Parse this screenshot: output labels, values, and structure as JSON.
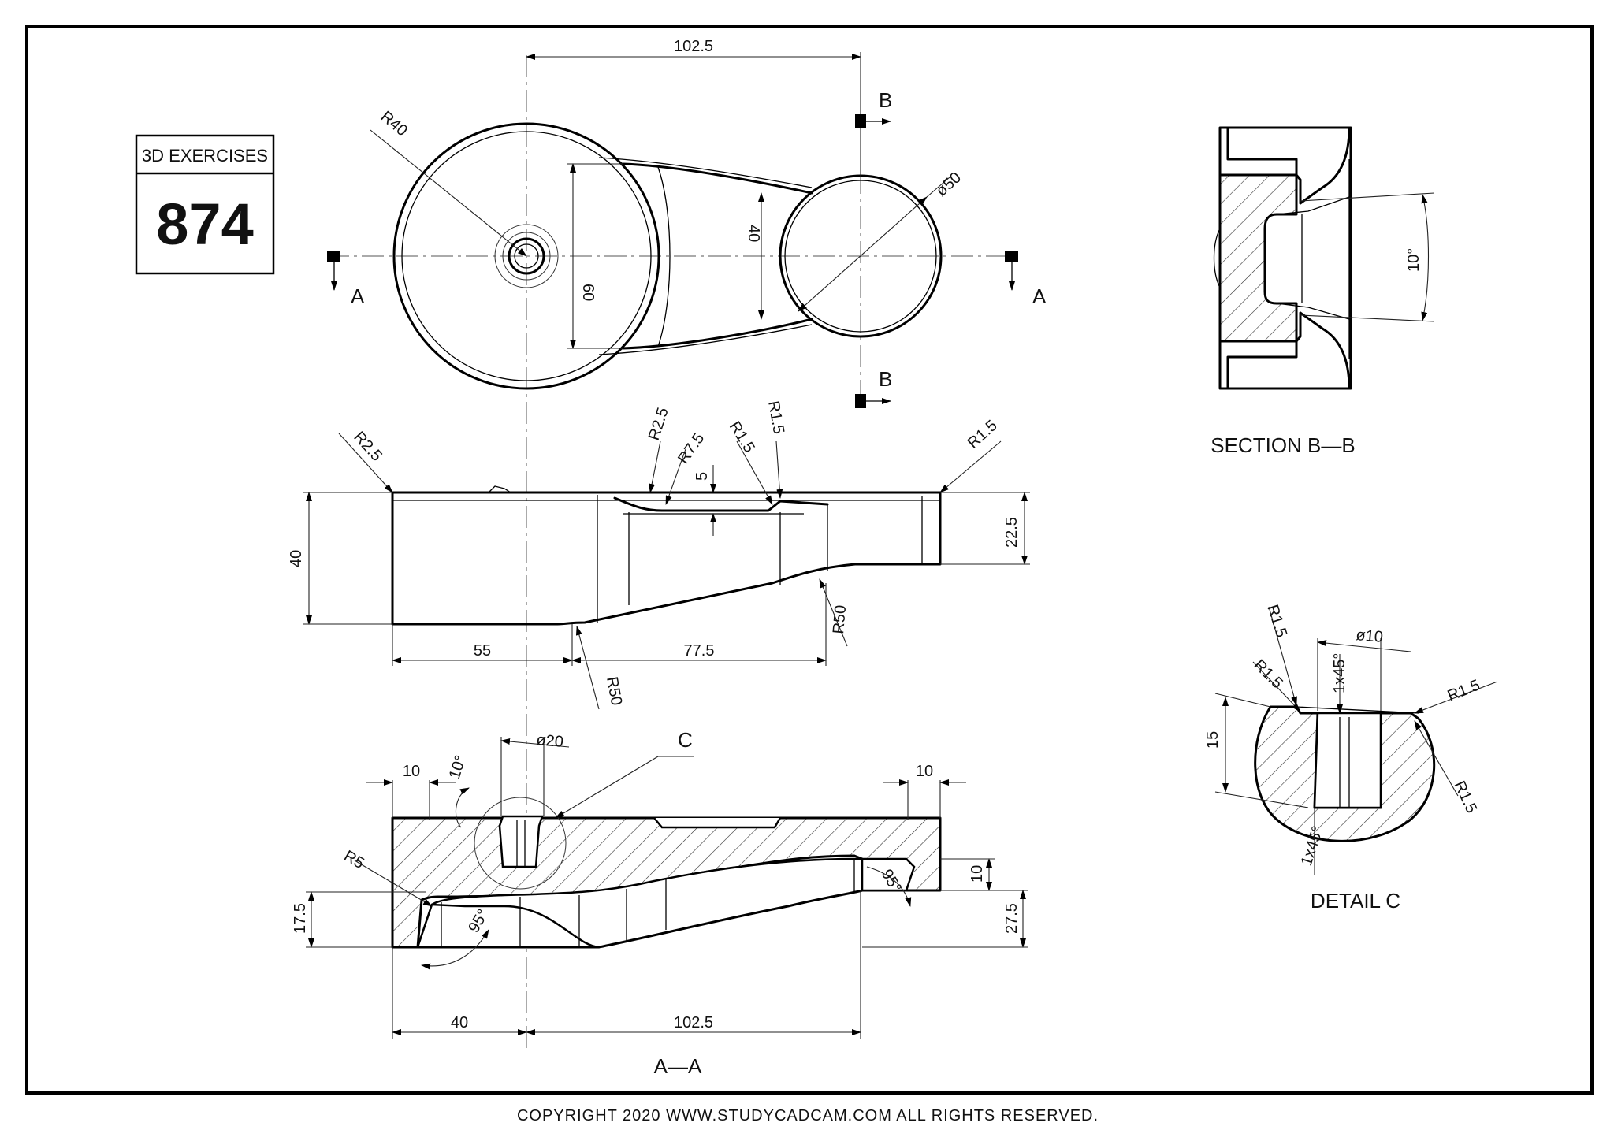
{
  "title_block": {
    "header": "3D EXERCISES",
    "number": "874"
  },
  "copyright": "COPYRIGHT   2020 WWW.STUDYCADCAM.COM ALL RIGHTS RESERVED.",
  "views": {
    "top": {
      "dims": {
        "center_distance": "102.5",
        "big_radius": "R40",
        "small_diameter": "ø50",
        "width_60": "60",
        "width_40": "40"
      },
      "cut_labels": {
        "a_left": "A",
        "a_right": "A",
        "b_top": "B",
        "b_bottom": "B"
      }
    },
    "front": {
      "dims": {
        "r25": "R2.5",
        "r25_top": "R2.5",
        "r75": "R7.5",
        "r15_a": "R1.5",
        "r15_b": "R1.5",
        "r15_right": "R1.5",
        "depth_5": "5",
        "height_40": "40",
        "height_225": "22.5",
        "r50_right": "R50",
        "r50_bottom": "R50",
        "len_55": "55",
        "len_775": "77.5"
      }
    },
    "section_aa": {
      "label": "A—A",
      "dims": {
        "left_10": "10",
        "right_10": "10",
        "angle_10": "10°",
        "dia_20": "ø20",
        "detail_ref": "C",
        "r5": "R5",
        "angle_95_left": "95°",
        "angle_95_right": "95°",
        "h_175": "17.5",
        "h_10": "10",
        "h_275": "27.5",
        "len_40": "40",
        "len_1025": "102.5"
      }
    },
    "section_bb": {
      "label": "SECTION B—B",
      "dims": {
        "angle": "10°"
      }
    },
    "detail_c": {
      "label": "DETAIL C",
      "dims": {
        "r15_a": "R1.5",
        "r15_b": "R1.5",
        "r15_c": "R1.5",
        "r15_d": "R1.5",
        "dia_10": "ø10",
        "chamfer_top": "1x45°",
        "chamfer_bottom": "1x45°",
        "depth_15": "15"
      }
    }
  }
}
